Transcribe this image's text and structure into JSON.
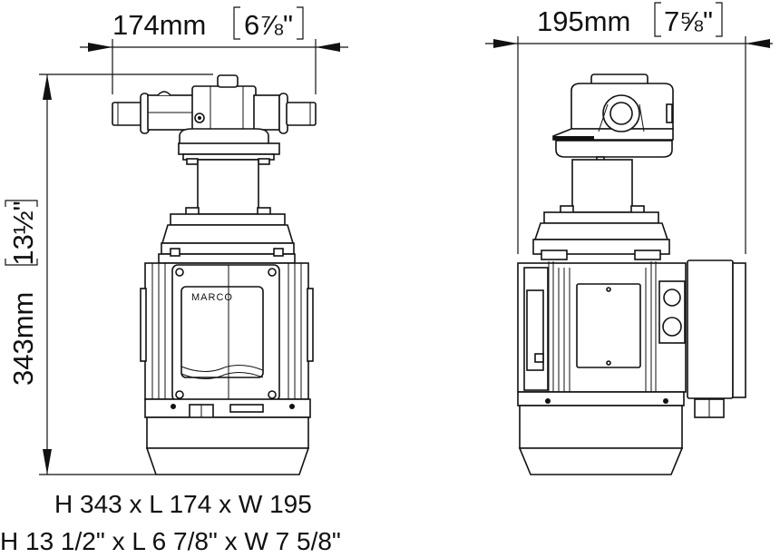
{
  "front_view": {
    "width_label": "174mm",
    "width_label_inch": "6⅞\"",
    "height_label": "343mm",
    "height_label_inch": "13½\"",
    "brand_logo": "MARCO"
  },
  "side_view": {
    "width_label": "195mm",
    "width_label_inch": "7⅝\""
  },
  "summary": {
    "metric": "H 343 x L 174 x W 195",
    "imperial": "H 13 1/2\" x L 6 7/8\" x W 7 5/8\""
  },
  "colors": {
    "line": "#111111",
    "background": "#ffffff"
  }
}
